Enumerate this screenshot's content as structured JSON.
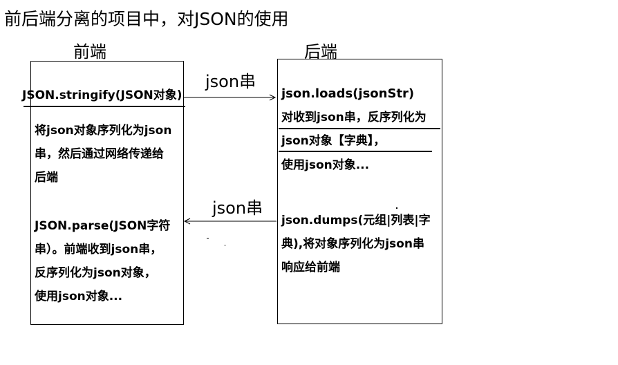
{
  "title": "前后端分离的项目中，对JSON的使用",
  "frontend": {
    "label": "前端",
    "stringify_call": "JSON.stringify(JSON对象)",
    "stringify_desc": [
      "将json对象序列化为json",
      "串，然后通过网络传递给",
      "后端"
    ],
    "parse_desc": [
      "JSON.parse(JSON字符",
      "串）。前端收到json串，",
      "反序列化为json对象，",
      "使用json对象..."
    ]
  },
  "backend": {
    "label": "后端",
    "loads_call": "json.loads(jsonStr)",
    "loads_desc": [
      "对收到json串，反序列化为",
      "json对象【字典】，",
      "使用json对象..."
    ],
    "dumps_desc": [
      "json.dumps(元组|列表|字",
      "典),将对象序列化为json串",
      "响应给前端"
    ]
  },
  "arrows": {
    "to_backend_label": "json串",
    "to_frontend_label": "json串"
  }
}
